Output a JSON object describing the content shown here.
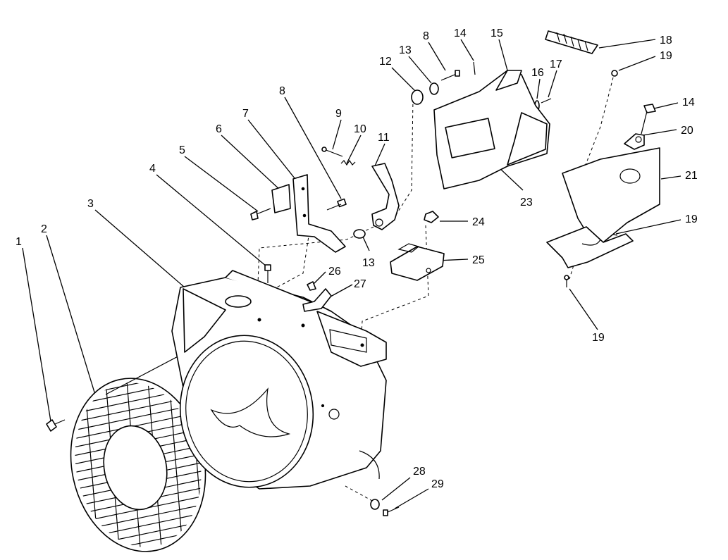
{
  "callouts": [
    {
      "id": "c1",
      "label": "1"
    },
    {
      "id": "c2",
      "label": "2"
    },
    {
      "id": "c3",
      "label": "3"
    },
    {
      "id": "c4",
      "label": "4"
    },
    {
      "id": "c5",
      "label": "5"
    },
    {
      "id": "c6",
      "label": "6"
    },
    {
      "id": "c7",
      "label": "7"
    },
    {
      "id": "c8a",
      "label": "8"
    },
    {
      "id": "c9",
      "label": "9"
    },
    {
      "id": "c10",
      "label": "10"
    },
    {
      "id": "c11",
      "label": "11"
    },
    {
      "id": "c12",
      "label": "12"
    },
    {
      "id": "c13a",
      "label": "13"
    },
    {
      "id": "c8b",
      "label": "8"
    },
    {
      "id": "c14a",
      "label": "14"
    },
    {
      "id": "c15",
      "label": "15"
    },
    {
      "id": "c16",
      "label": "16"
    },
    {
      "id": "c17",
      "label": "17"
    },
    {
      "id": "c18",
      "label": "18"
    },
    {
      "id": "c19a",
      "label": "19"
    },
    {
      "id": "c14b",
      "label": "14"
    },
    {
      "id": "c20",
      "label": "20"
    },
    {
      "id": "c21",
      "label": "21"
    },
    {
      "id": "c19b",
      "label": "19"
    },
    {
      "id": "c23",
      "label": "23"
    },
    {
      "id": "c24",
      "label": "24"
    },
    {
      "id": "c13b",
      "label": "13"
    },
    {
      "id": "c25",
      "label": "25"
    },
    {
      "id": "c26",
      "label": "26"
    },
    {
      "id": "c27",
      "label": "27"
    },
    {
      "id": "c19c",
      "label": "19"
    },
    {
      "id": "c28",
      "label": "28"
    },
    {
      "id": "c29",
      "label": "29"
    }
  ]
}
